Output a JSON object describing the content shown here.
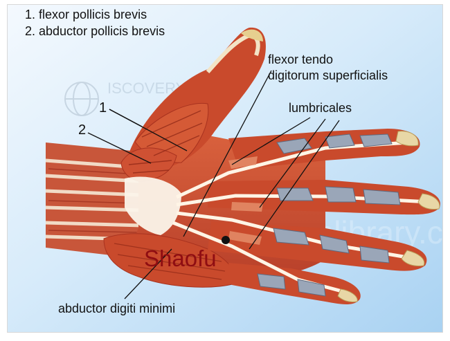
{
  "legend": [
    "1. flexor pollicis brevis",
    "2. abductor pollicis brevis"
  ],
  "labels": {
    "flexor_tendo_line1": "flexor tendo",
    "flexor_tendo_line2": "digitorum superficialis",
    "lumbricales": "lumbricales",
    "abductor_digiti": "abductor digiti minimi",
    "point": "Shaofu",
    "num1": "1",
    "num2": "2"
  },
  "colors": {
    "background": "#d9ecfb",
    "muscle": "#c94a2c",
    "muscle_dark": "#a8321f",
    "tendon": "#fff3e0",
    "fingertip": "#e8d7a6",
    "nerve": "#9aa6b8",
    "point_label": "#8f0d12",
    "acupoint": "#111111"
  }
}
